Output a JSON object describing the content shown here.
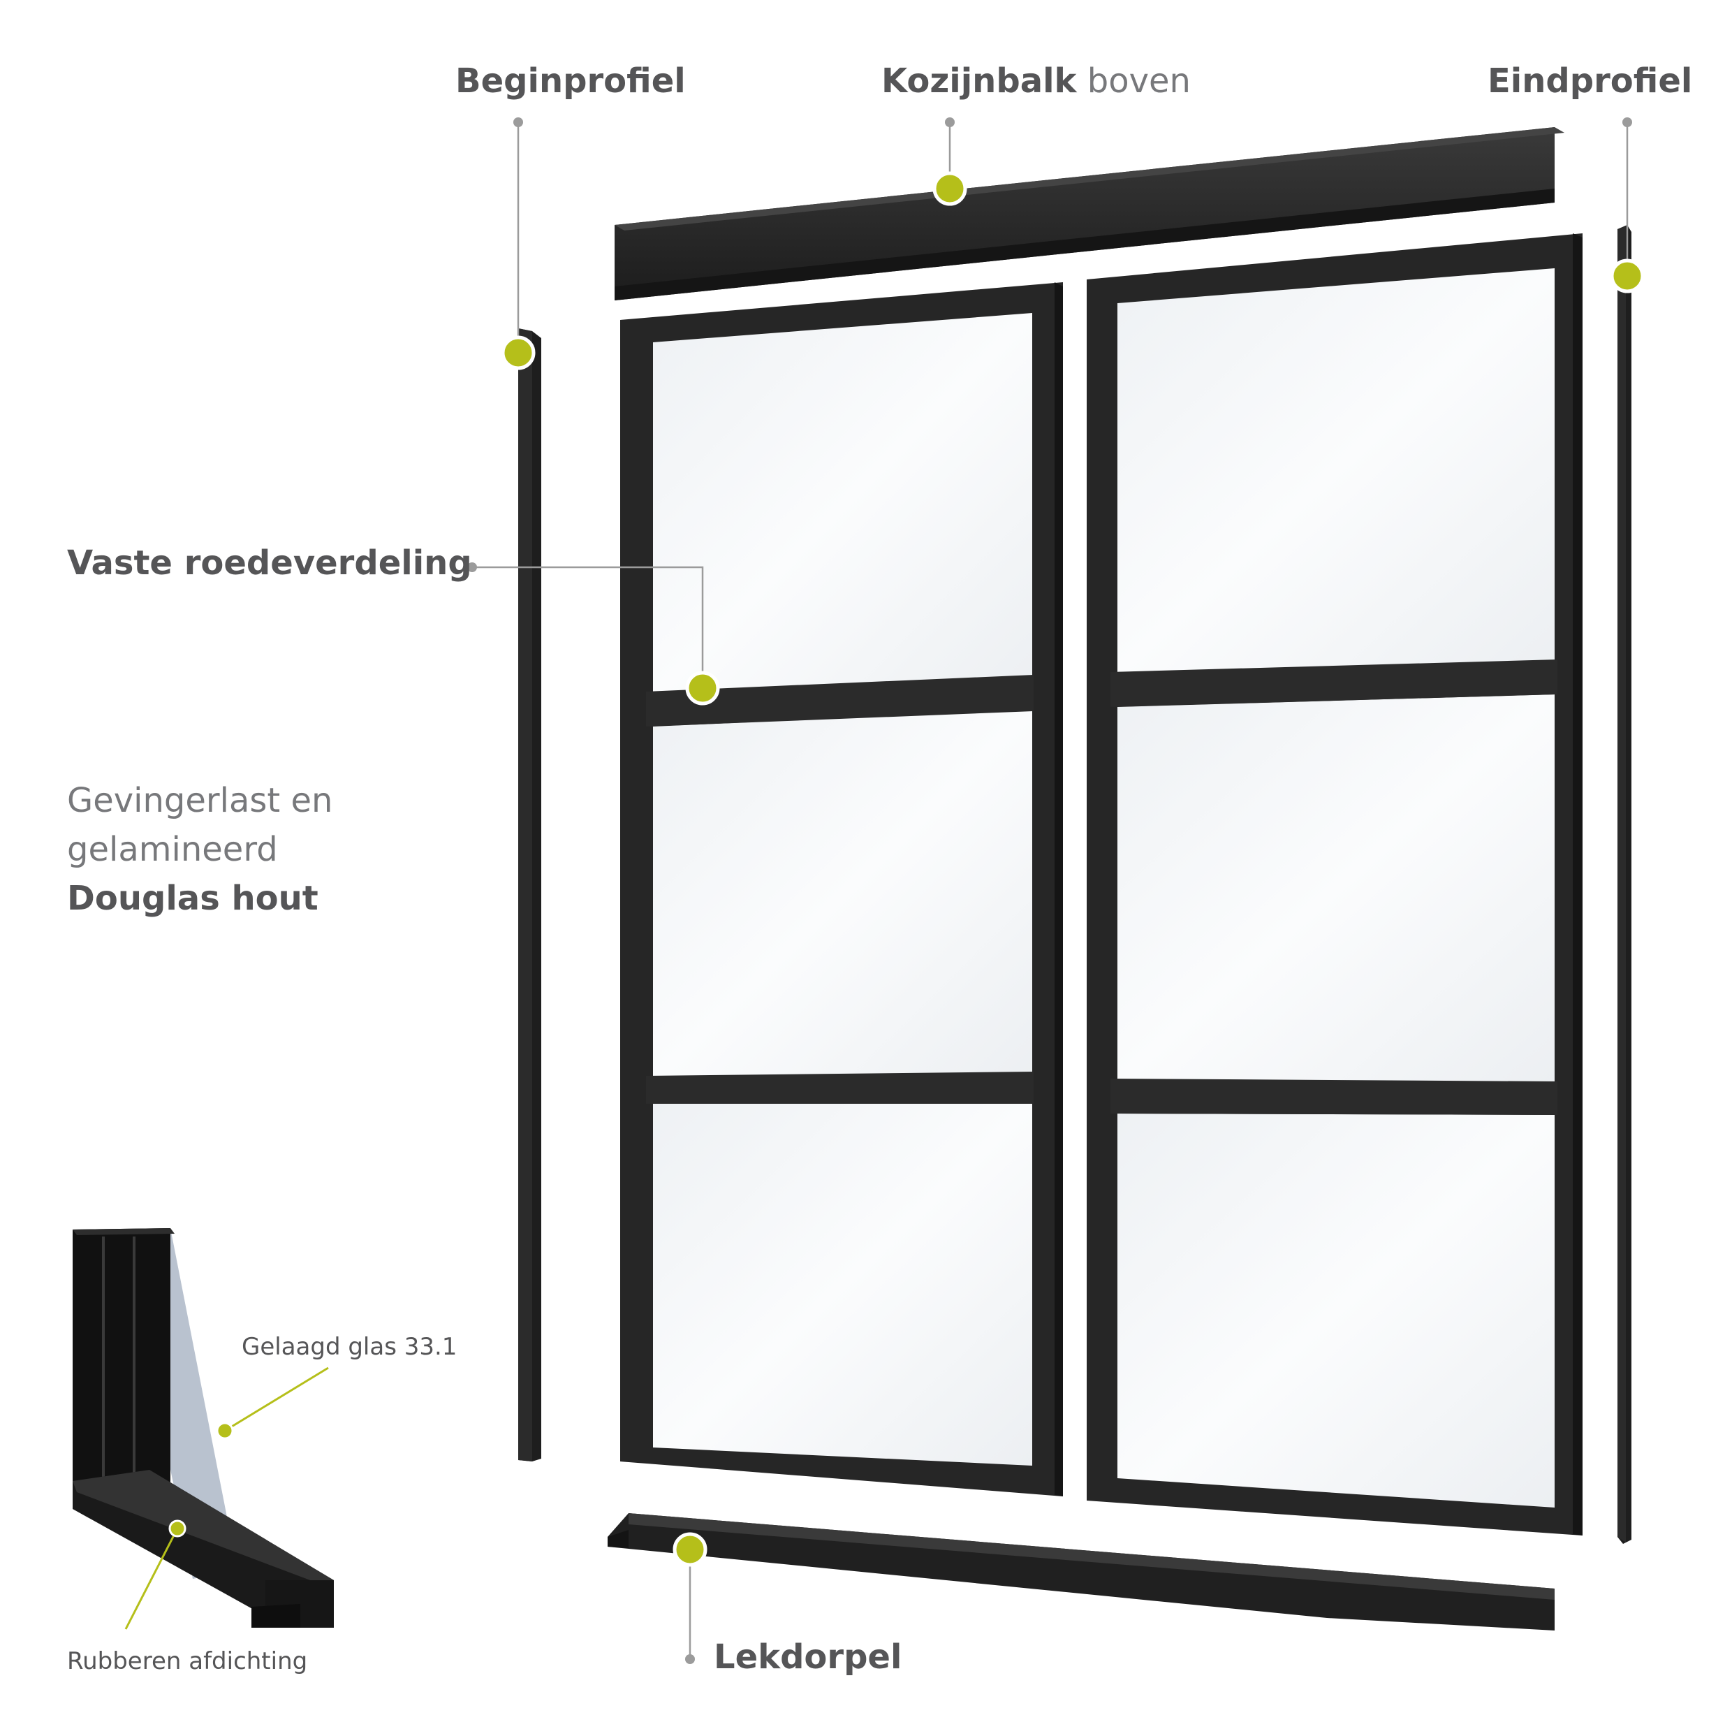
{
  "labels": {
    "beginprofiel": "Beginprofiel",
    "kozijnbalk_bold": "Kozijnbalk",
    "kozijnbalk_light": "boven",
    "eindprofiel": "Eindprofiel",
    "roedeverdeling": "Vaste roedeverdeling",
    "material_line1": "Gevingerlast en",
    "material_line2": "gelamineerd",
    "material_line3": "Douglas hout",
    "glas": "Gelaagd glas 33.1",
    "afdichting": "Rubberen afdichting",
    "lekdorpel": "Lekdorpel"
  },
  "colors": {
    "text": "#555557",
    "text_light": "#77787b",
    "marker": "#b5bf1a",
    "frame": "#262626",
    "glass": "#f3f5f7",
    "glass_section": "#b9c2cf"
  }
}
